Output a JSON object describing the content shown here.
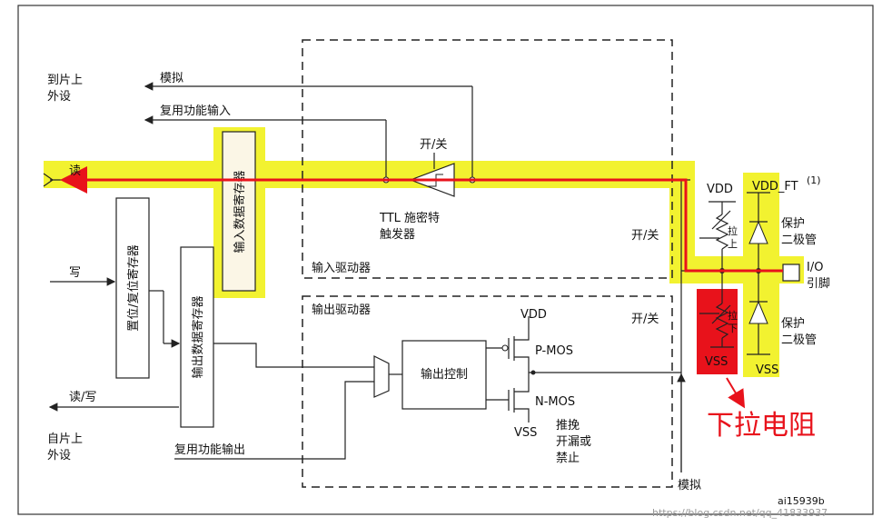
{
  "labels": {
    "to_chip_peripheral": [
      "到片上",
      "外设"
    ],
    "analog_top": "模拟",
    "alt_func_input": "复用功能输入",
    "read": "读",
    "write": "写",
    "read_write": "读/写",
    "from_chip_peripheral": [
      "自片上",
      "外设"
    ],
    "alt_func_output": "复用功能输出",
    "on_off_trigger": "开/关",
    "ttl_schmitt": [
      "TTL 施密特",
      "触发器"
    ],
    "input_driver": "输入驱动器",
    "output_driver": "输出驱动器",
    "input_data_register": "输入数据寄存器",
    "set_reset_register": "置位/复位寄存器",
    "output_data_register": "输出数据寄存器",
    "output_control": "输出控制",
    "vdd": "VDD",
    "vss": "VSS",
    "vdd_ft": "VDD_FT",
    "vdd_ft_note": "(1)",
    "p_mos": "P-MOS",
    "n_mos": "N-MOS",
    "push_pull": [
      "推挽",
      "开漏或",
      "禁止"
    ],
    "analog_bottom": "模拟",
    "on_off_pullup": "开/关",
    "on_off_pulldown": "开/关",
    "pull_up": [
      "拉",
      "上"
    ],
    "pull_down": [
      "拉",
      "下"
    ],
    "protection_diode_top": [
      "保护",
      "二极管"
    ],
    "protection_diode_bottom": [
      "保护",
      "二极管"
    ],
    "io_pin": [
      "I/O",
      "引脚"
    ],
    "annotation": "下拉电阻",
    "figure_id": "ai15939b",
    "watermark": "https://blog.csdn.net/qq_41833937"
  },
  "colors": {
    "highlight": "#f2f230",
    "signal_path": "#e8121b",
    "annotation": "#e8121b",
    "pulldown_box": "#e8121b"
  }
}
